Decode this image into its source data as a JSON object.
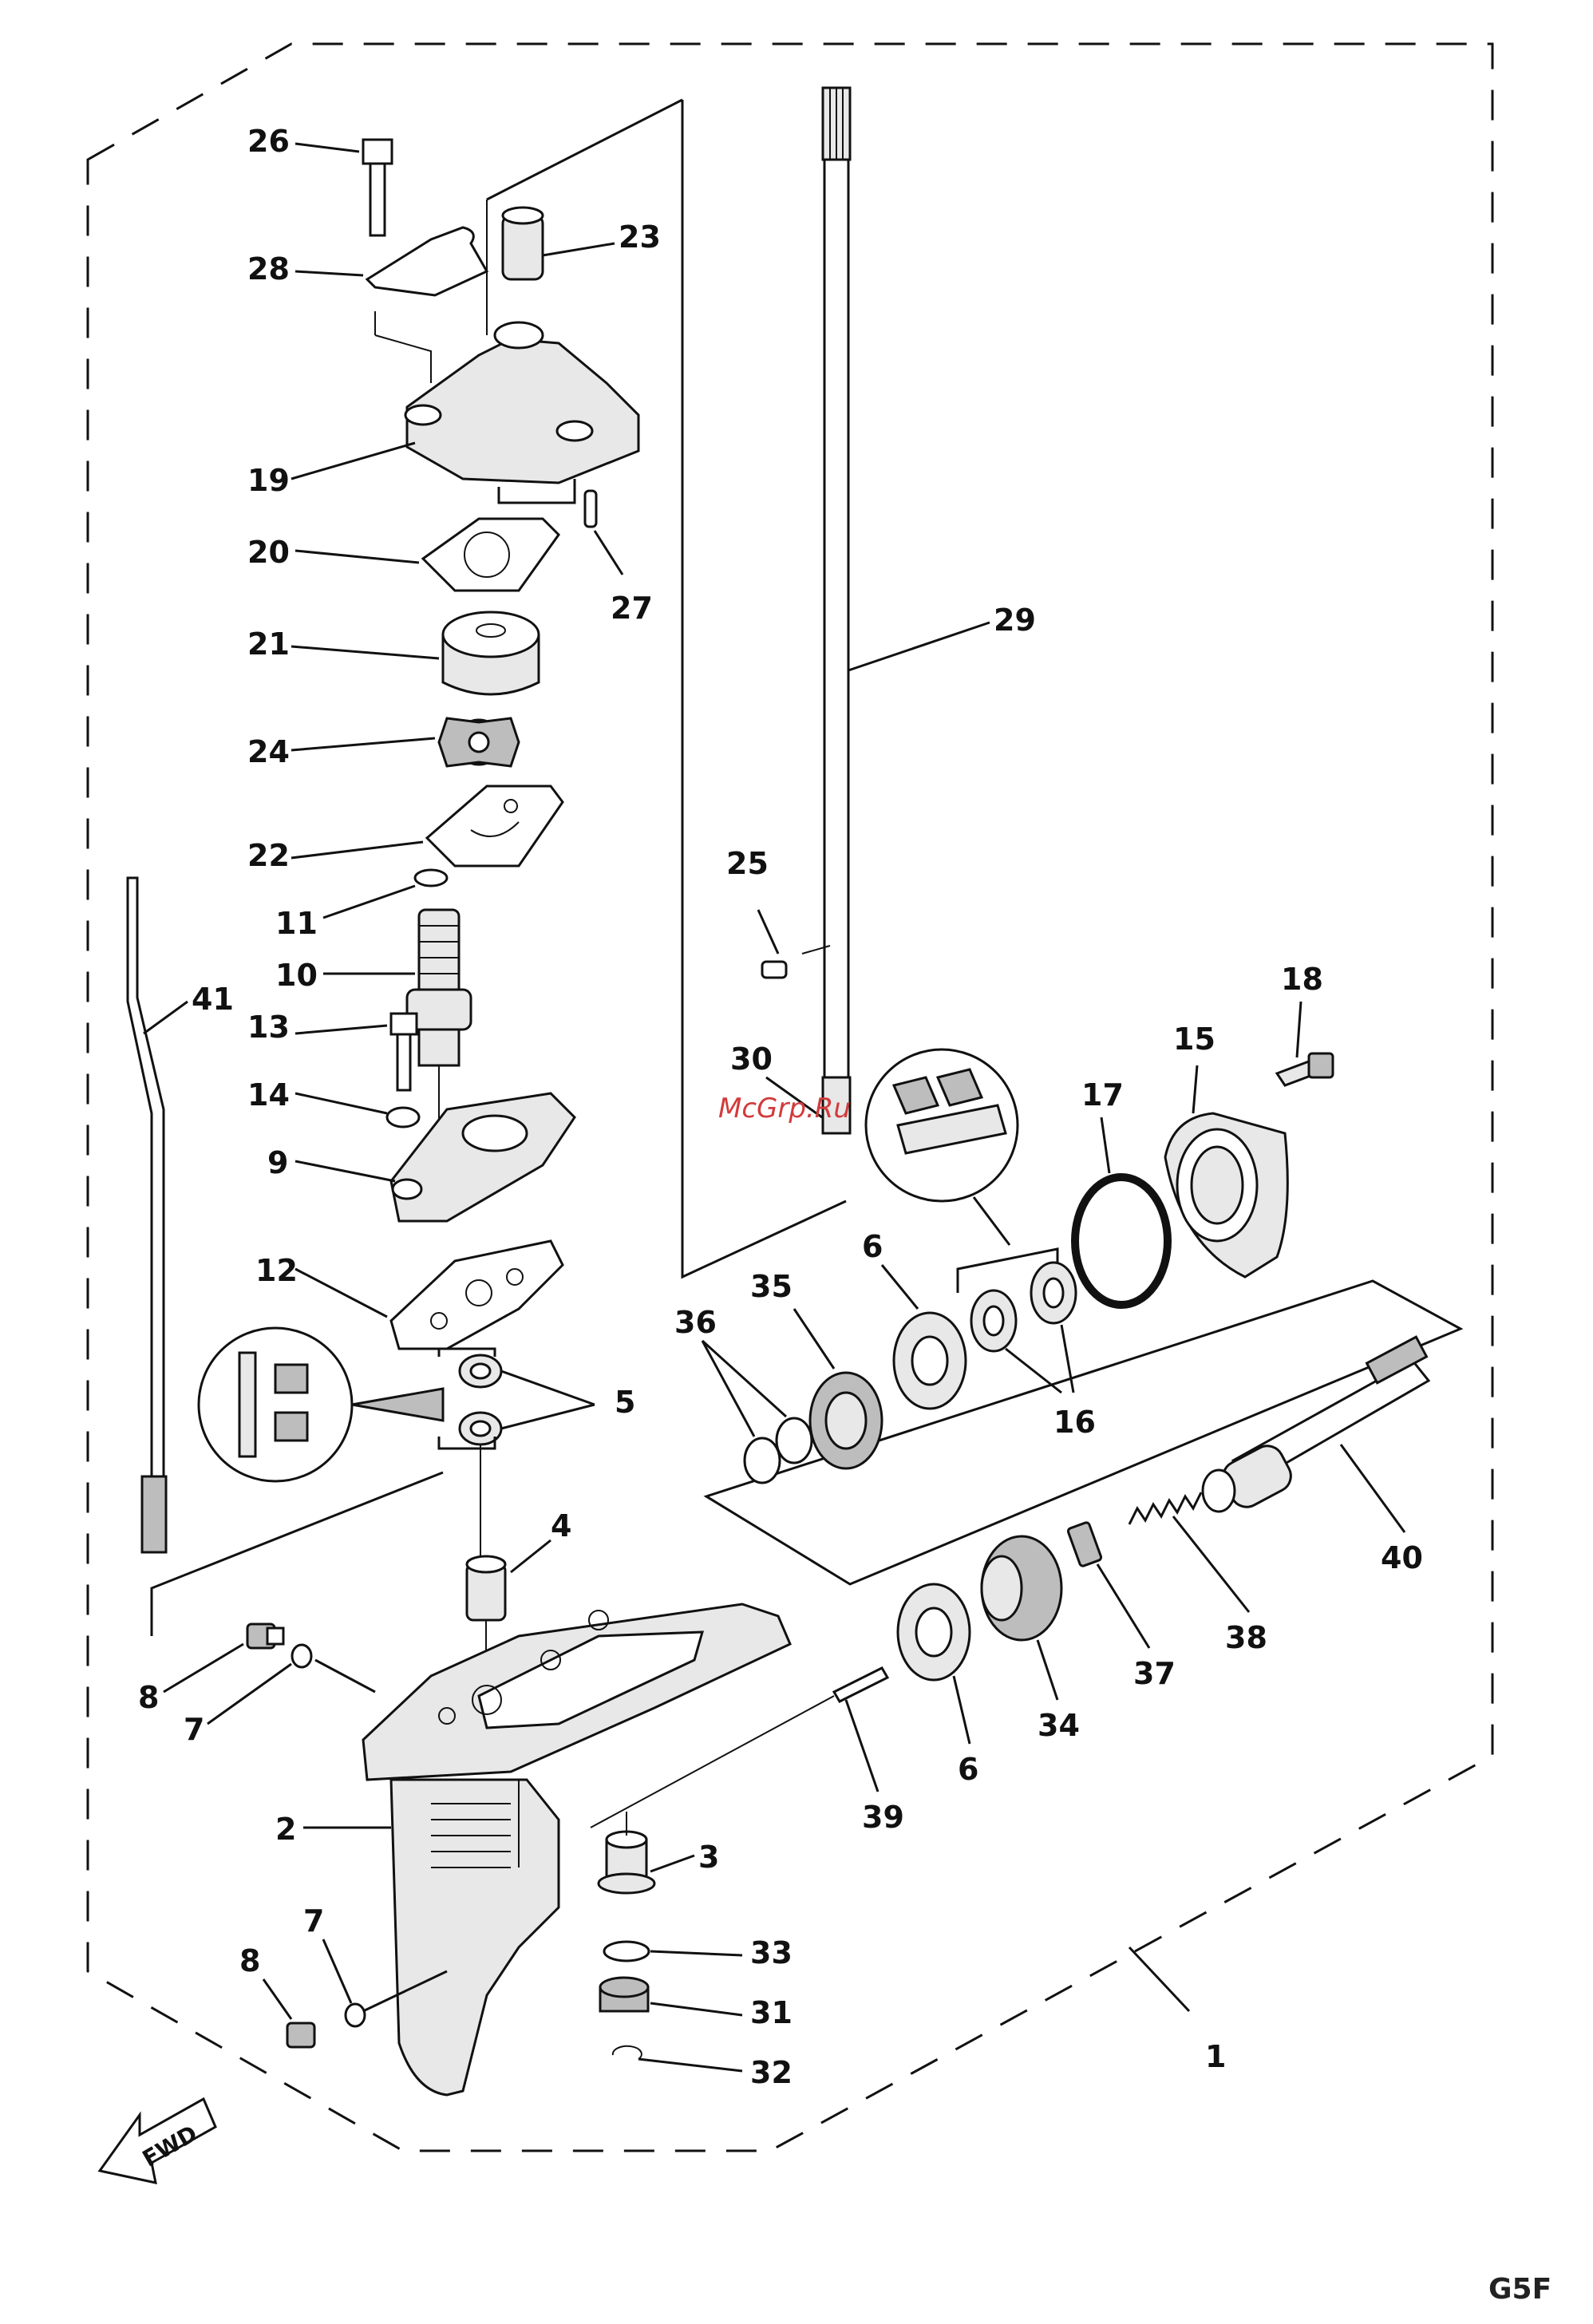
{
  "diagram": {
    "labels": {
      "p1": "1",
      "p2": "2",
      "p3": "3",
      "p4": "4",
      "p5": "5",
      "p6a": "6",
      "p6b": "6",
      "p7a": "7",
      "p7b": "7",
      "p8a": "8",
      "p8b": "8",
      "p9": "9",
      "p10": "10",
      "p11": "11",
      "p12": "12",
      "p13": "13",
      "p14": "14",
      "p15": "15",
      "p16": "16",
      "p17": "17",
      "p18": "18",
      "p19": "19",
      "p20": "20",
      "p21": "21",
      "p22": "22",
      "p23": "23",
      "p24": "24",
      "p25": "25",
      "p26": "26",
      "p27": "27",
      "p28": "28",
      "p29": "29",
      "p30": "30",
      "p31": "31",
      "p32": "32",
      "p33": "33",
      "p34": "34",
      "p35": "35",
      "p36": "36",
      "p37": "37",
      "p38": "38",
      "p39": "39",
      "p40": "40",
      "p41": "41"
    },
    "fwd_label": "FWD",
    "watermark": "McGrp.Ru",
    "diagram_code": "G5F"
  }
}
